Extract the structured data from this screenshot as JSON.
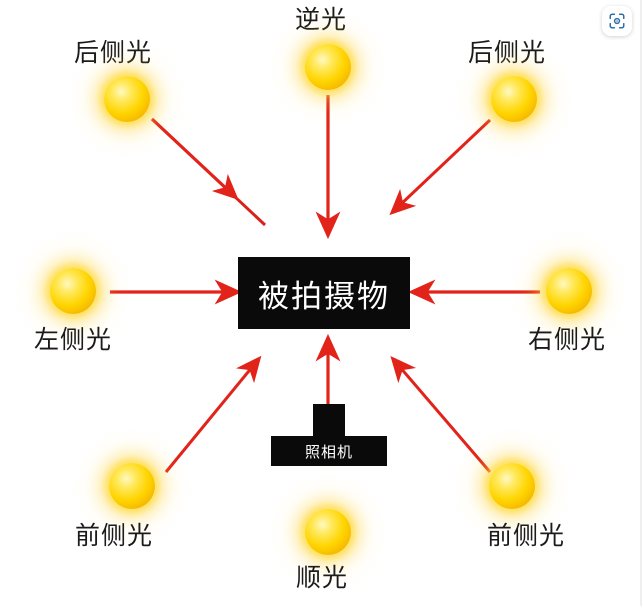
{
  "diagram": {
    "title_subject": "被拍摄物",
    "camera_label": "照相机",
    "accent_arrow_color": "#e2231a",
    "sun_color": "#ffd500",
    "subject_box_color": "#0a0a0a"
  },
  "lights": [
    {
      "id": "back-side-left",
      "label": "后侧光",
      "position": "top-left"
    },
    {
      "id": "backlight",
      "label": "逆光",
      "position": "top-center"
    },
    {
      "id": "back-side-right",
      "label": "后侧光",
      "position": "top-right"
    },
    {
      "id": "side-left",
      "label": "左侧光",
      "position": "middle-left"
    },
    {
      "id": "side-right",
      "label": "右侧光",
      "position": "middle-right"
    },
    {
      "id": "front-side-left",
      "label": "前侧光",
      "position": "bottom-left"
    },
    {
      "id": "frontlight",
      "label": "顺光",
      "position": "bottom-center"
    },
    {
      "id": "front-side-right",
      "label": "前侧光",
      "position": "bottom-right"
    }
  ],
  "toolbar": {
    "scan_icon": "scan-lens-icon",
    "scan_icon_color": "#2f6fa8"
  }
}
